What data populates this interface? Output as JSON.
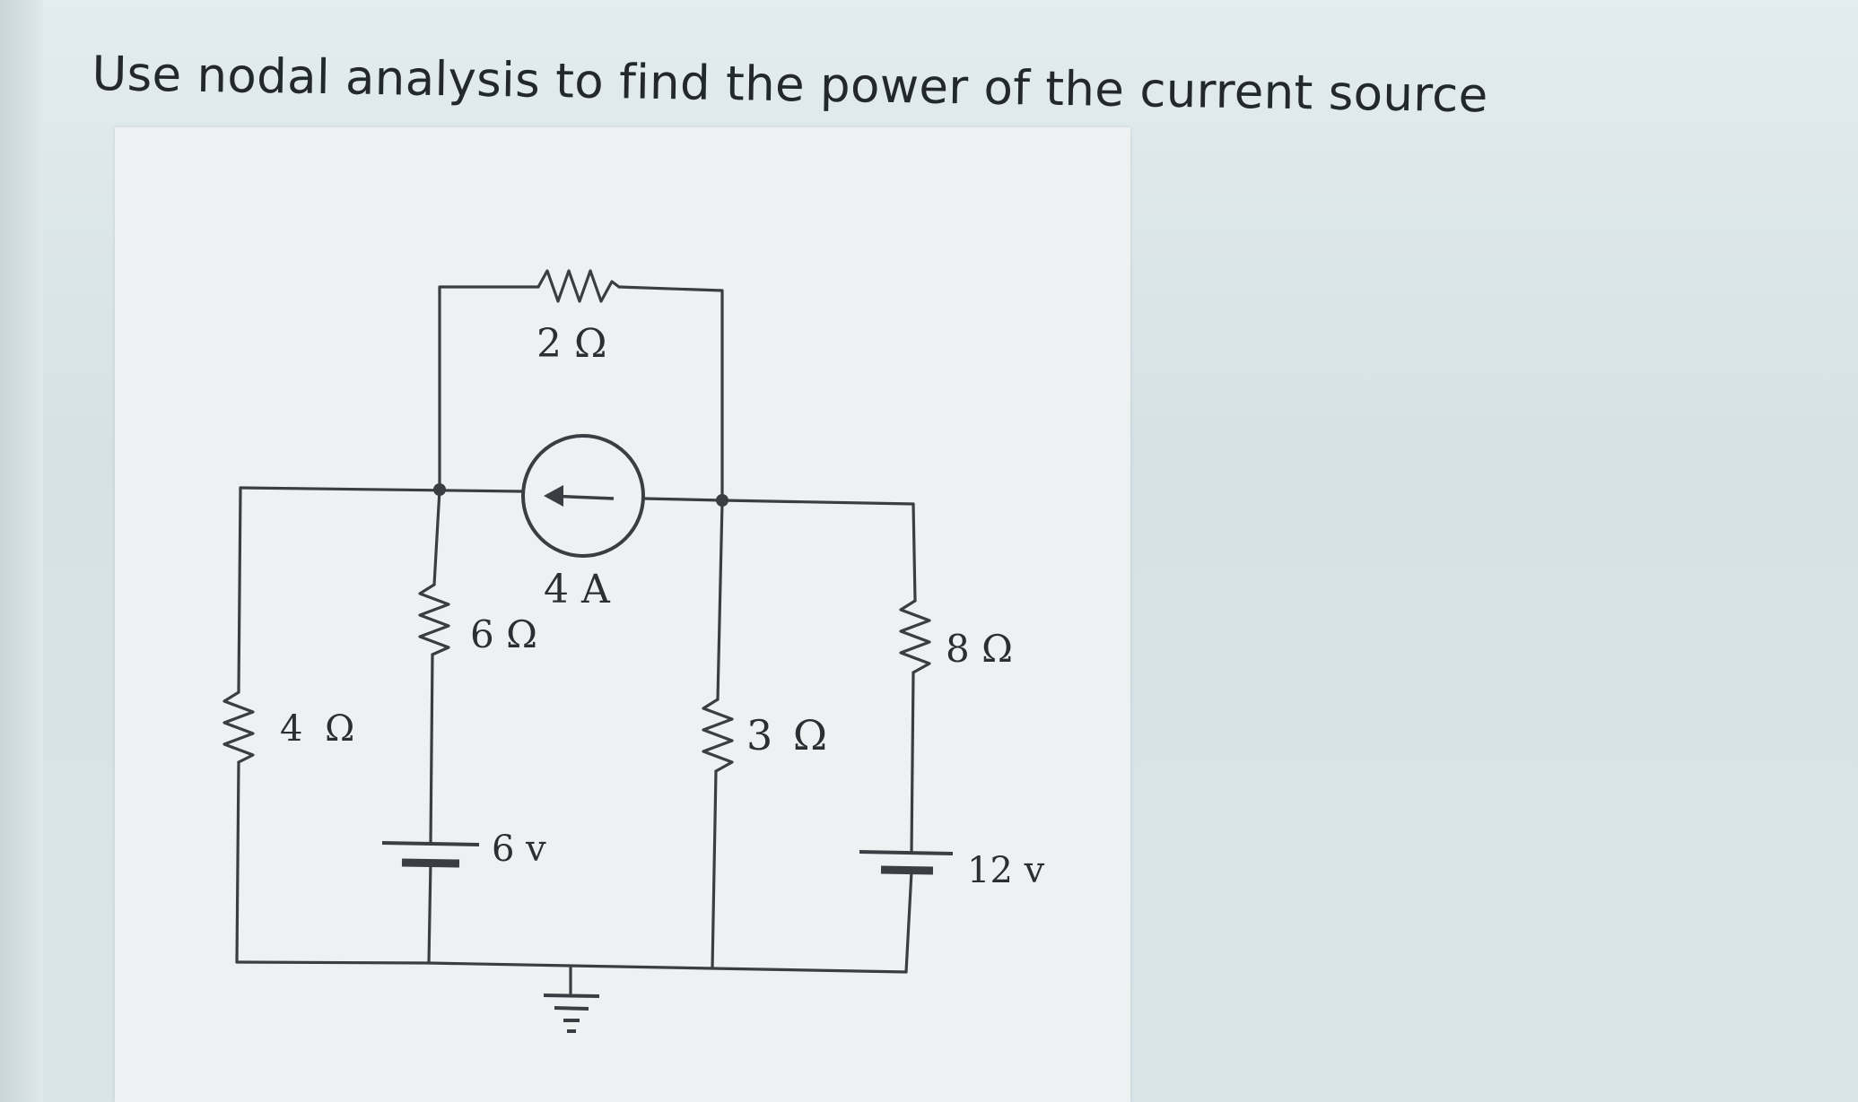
{
  "question": {
    "text": "Use nodal analysis to find the power of the current source"
  },
  "circuit": {
    "resistors": [
      {
        "id": "R_top",
        "label": "2 Ω"
      },
      {
        "id": "R_6",
        "label": "6 Ω"
      },
      {
        "id": "R_4",
        "label": "4 Ω"
      },
      {
        "id": "R_3",
        "label": "3 Ω"
      },
      {
        "id": "R_8",
        "label": "8 Ω"
      }
    ],
    "current_source": {
      "label": "4 A"
    },
    "voltage_sources": [
      {
        "id": "V_6",
        "label": "6 v"
      },
      {
        "id": "V_12",
        "label": "12 v"
      }
    ]
  }
}
